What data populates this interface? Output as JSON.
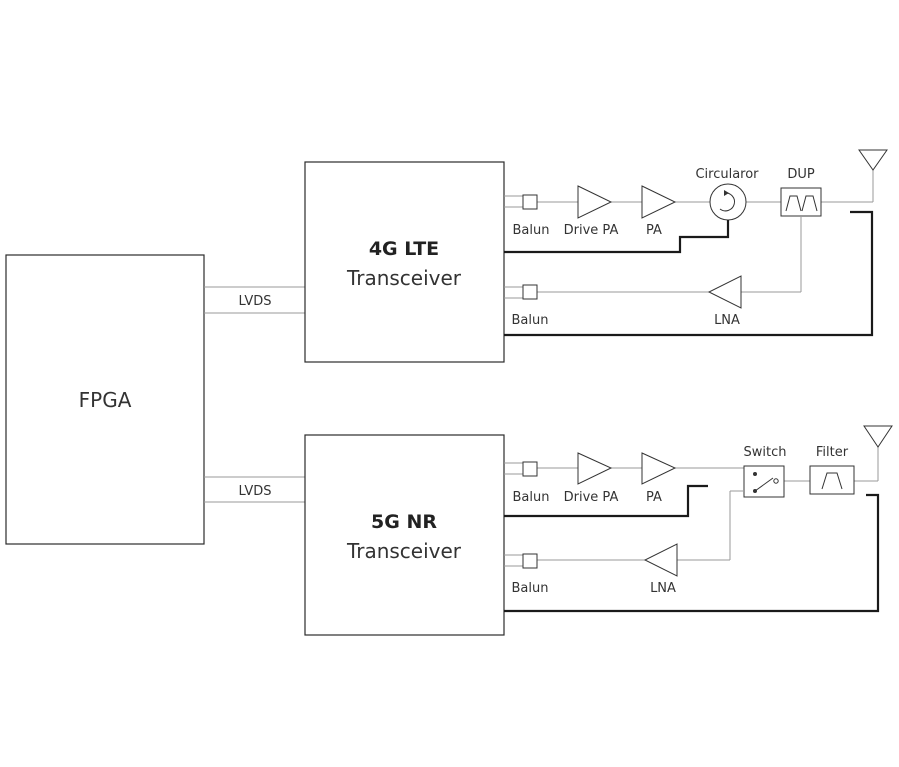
{
  "fpga": {
    "label": "FPGA"
  },
  "lte": {
    "title": "4G LTE",
    "subtitle": "Transceiver",
    "link_label": "LVDS",
    "tx_balun": "Balun",
    "drive_pa": "Drive PA",
    "pa": "PA",
    "circulator": "Circularor",
    "duplexer": "DUP",
    "rx_balun": "Balun",
    "lna": "LNA"
  },
  "nr": {
    "title": "5G NR",
    "subtitle": "Transceiver",
    "link_label": "LVDS",
    "tx_balun": "Balun",
    "drive_pa": "Drive PA",
    "pa": "PA",
    "switch": "Switch",
    "filter": "Filter",
    "rx_balun": "Balun",
    "lna": "LNA"
  },
  "icons": [
    "antenna-icon",
    "amplifier-icon",
    "circulator-icon",
    "duplexer-icon",
    "switch-icon",
    "bandpass-filter-icon",
    "balun-icon"
  ]
}
